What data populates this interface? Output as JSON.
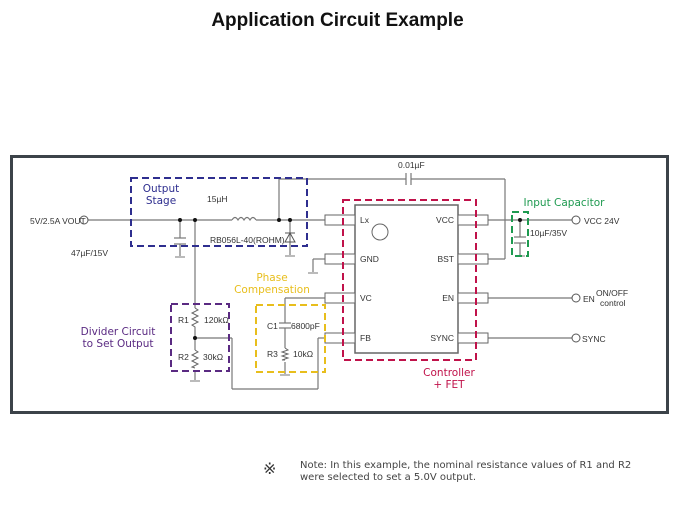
{
  "title": "Application Circuit Example",
  "blocks": {
    "output_stage": {
      "label_line1": "Output",
      "label_line2": "Stage",
      "color": "#2e2e8f"
    },
    "input_capacitor": {
      "label": "Input Capacitor",
      "color": "#1e9a50"
    },
    "phase_compensation": {
      "label_line1": "Phase",
      "label_line2": "Compensation",
      "color": "#e8be1c"
    },
    "divider": {
      "label_line1": "Divider Circuit",
      "label_line2": "to Set Output",
      "color": "#5a2a82"
    },
    "controller": {
      "label_line1": "Controller",
      "label_line2": "+ FET",
      "color": "#c0124a"
    }
  },
  "components": {
    "vout": "5V/2.5A  VOUT",
    "out_cap": "47µF/15V",
    "inductor": "15µH",
    "diode": "RB056L-40(ROHM)",
    "boot_cap": "0.01µF",
    "in_cap": "10µF/35V",
    "vcc_in": "VCC 24V",
    "en": "EN",
    "en_desc_line1": "ON/OFF",
    "en_desc_line2": "control",
    "sync": "SYNC",
    "r1_name": "R1",
    "r1_value": "120kΩ",
    "r2_name": "R2",
    "r2_value": "30kΩ",
    "c1_name": "C1",
    "c1_value": "6800pF",
    "r3_name": "R3",
    "r3_value": "10kΩ"
  },
  "ic_pins": {
    "left": [
      "Lx",
      "GND",
      "VC",
      "FB"
    ],
    "right": [
      "VCC",
      "BST",
      "EN",
      "SYNC"
    ]
  },
  "note": {
    "icon": "reference-mark-icon",
    "symbol": "※",
    "text_line1": "Note: In this example, the nominal resistance values of R1 and R2",
    "text_line2": "were selected to set a 5.0V output."
  }
}
